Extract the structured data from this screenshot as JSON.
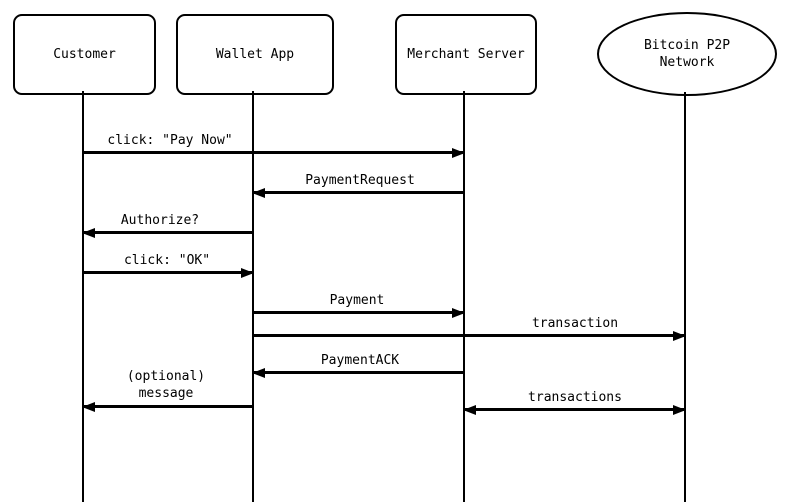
{
  "diagram": {
    "type": "sequence",
    "participants": [
      {
        "id": "customer",
        "label": "Customer",
        "shape": "rectangle"
      },
      {
        "id": "wallet-app",
        "label": "Wallet App",
        "shape": "rectangle"
      },
      {
        "id": "merchant-server",
        "label": "Merchant Server",
        "shape": "rectangle"
      },
      {
        "id": "bitcoin-p2p-network",
        "label": "Bitcoin P2P\nNetwork",
        "shape": "ellipse"
      }
    ],
    "messages": [
      {
        "label": "click: \"Pay Now\"",
        "from": "customer",
        "to": "merchant-server",
        "arrow": "right"
      },
      {
        "label": "PaymentRequest",
        "from": "merchant-server",
        "to": "wallet-app",
        "arrow": "left"
      },
      {
        "label": "Authorize?",
        "from": "wallet-app",
        "to": "customer",
        "arrow": "left"
      },
      {
        "label": "click: \"OK\"",
        "from": "customer",
        "to": "wallet-app",
        "arrow": "right"
      },
      {
        "label": "Payment",
        "from": "wallet-app",
        "to": "merchant-server",
        "arrow": "right"
      },
      {
        "label": "transaction",
        "from": "wallet-app",
        "to": "bitcoin-p2p-network",
        "arrow": "right"
      },
      {
        "label": "PaymentACK",
        "from": "merchant-server",
        "to": "wallet-app",
        "arrow": "left"
      },
      {
        "label": "(optional)\nmessage",
        "from": "wallet-app",
        "to": "customer",
        "arrow": "left"
      },
      {
        "label": "transactions",
        "from": "merchant-server",
        "to": "bitcoin-p2p-network",
        "arrow": "both"
      }
    ],
    "colors": {
      "line": "#000000",
      "background": "#ffffff",
      "shape_fill": "#ffffff"
    }
  }
}
